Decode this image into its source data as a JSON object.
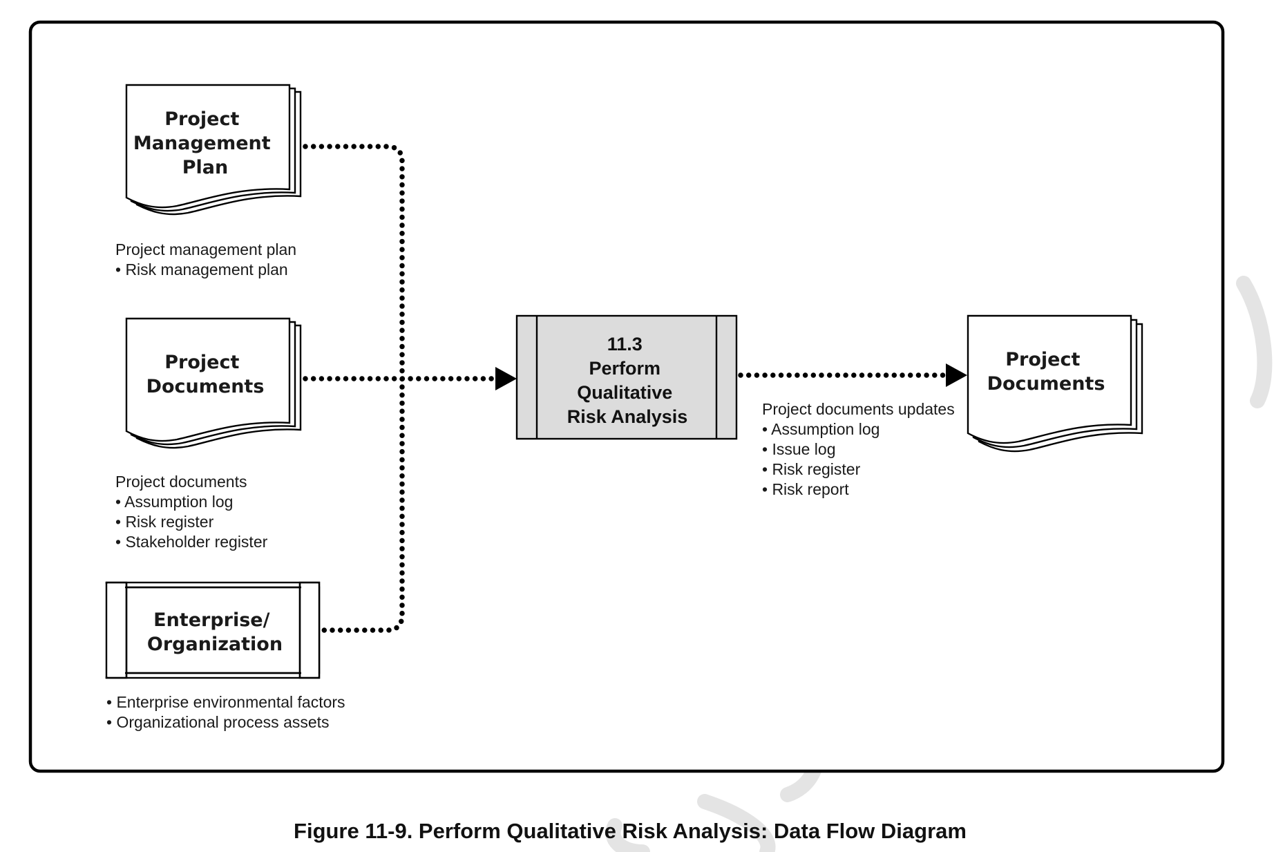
{
  "inputs": {
    "pm_plan": {
      "title_lines": [
        "Project",
        "Management",
        "Plan"
      ],
      "notes": [
        "Project management plan",
        "• Risk management plan"
      ]
    },
    "project_documents": {
      "title_lines": [
        "Project",
        "Documents"
      ],
      "notes": [
        "Project documents",
        "• Assumption log",
        "• Risk register",
        "• Stakeholder register"
      ]
    },
    "enterprise": {
      "title_lines": [
        "Enterprise/",
        "Organization"
      ],
      "notes": [
        "• Enterprise environmental factors",
        "• Organizational process assets"
      ]
    }
  },
  "process": {
    "title_lines": [
      "11.3",
      "Perform",
      "Qualitative",
      "Risk Analysis"
    ]
  },
  "output": {
    "title_lines": [
      "Project",
      "Documents"
    ],
    "notes": [
      "Project documents updates",
      "• Assumption log",
      "• Issue log",
      "• Risk register",
      "• Risk report"
    ]
  },
  "caption": "Figure 11-9. Perform Qualitative Risk Analysis: Data Flow Diagram",
  "colors": {
    "process_fill": "#dcdcdc",
    "ink": "#000000"
  }
}
